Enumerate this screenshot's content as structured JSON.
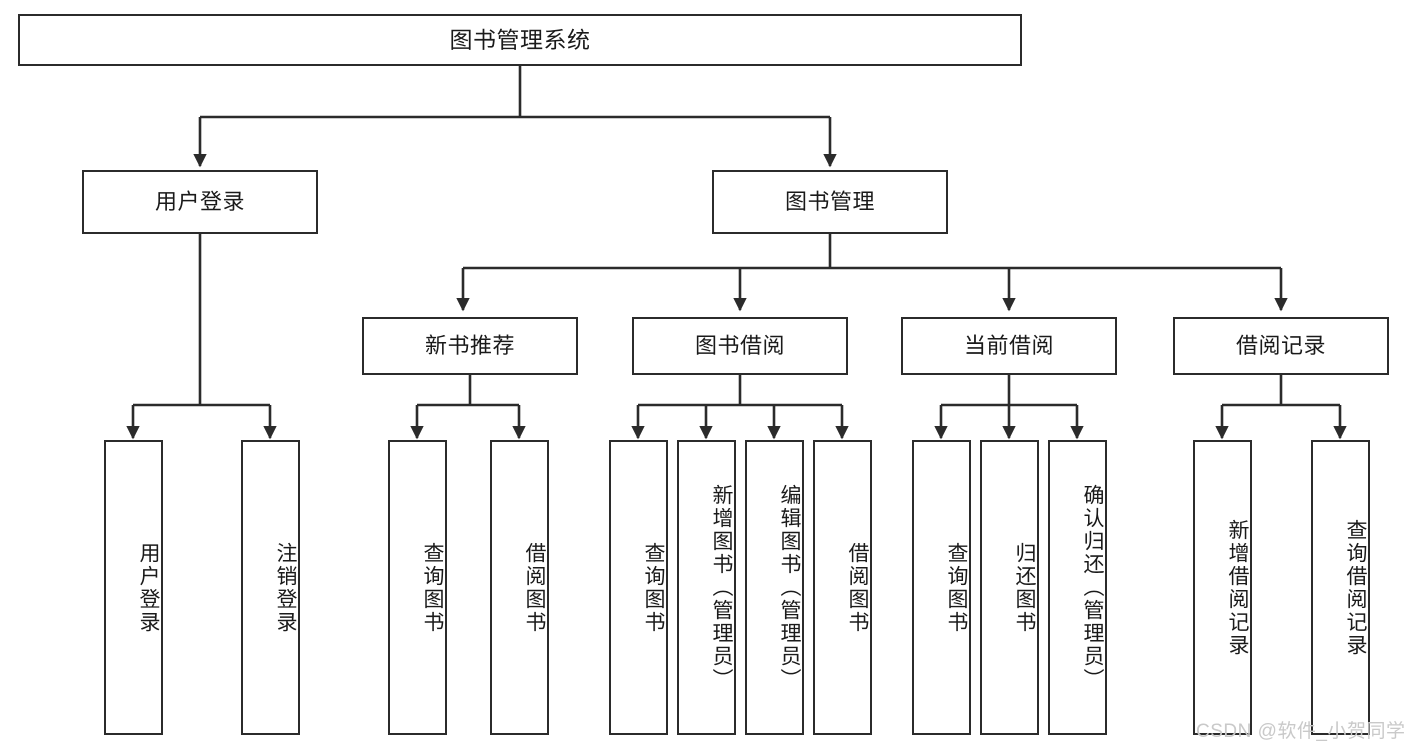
{
  "diagram": {
    "title": "图书管理系统",
    "type": "tree",
    "watermark": "CSDN @软件_小贺同学",
    "colors": {
      "box_border": "#2b2b2b",
      "box_fill": "#ffffff",
      "connector": "#2b2b2b",
      "text": "#1a1a1a",
      "watermark": "#c9c9c9"
    }
  },
  "nodes": {
    "root": {
      "label": "图书管理系统"
    },
    "level2": [
      {
        "id": "user-login",
        "label": "用户登录"
      },
      {
        "id": "book-manage",
        "label": "图书管理"
      }
    ],
    "level3": [
      {
        "id": "new-book-recommend",
        "label": "新书推荐"
      },
      {
        "id": "book-borrow",
        "label": "图书借阅"
      },
      {
        "id": "current-borrow",
        "label": "当前借阅"
      },
      {
        "id": "borrow-record",
        "label": "借阅记录"
      }
    ],
    "leaves": {
      "user-login": [
        {
          "id": "leaf-user-login",
          "label": "用户登录"
        },
        {
          "id": "leaf-logout-login",
          "label": "注销登录"
        }
      ],
      "new-book-recommend": [
        {
          "id": "leaf-query-book-1",
          "label": "查询图书"
        },
        {
          "id": "leaf-borrow-book-1",
          "label": "借阅图书"
        }
      ],
      "book-borrow": [
        {
          "id": "leaf-query-book-2",
          "label": "查询图书"
        },
        {
          "id": "leaf-add-book",
          "label": "新增图书（管理员）"
        },
        {
          "id": "leaf-edit-book",
          "label": "编辑图书（管理员）"
        },
        {
          "id": "leaf-borrow-book-2",
          "label": "借阅图书"
        }
      ],
      "current-borrow": [
        {
          "id": "leaf-query-book-3",
          "label": "查询图书"
        },
        {
          "id": "leaf-return-book",
          "label": "归还图书"
        },
        {
          "id": "leaf-confirm-return",
          "label": "确认归还（管理员）"
        }
      ],
      "borrow-record": [
        {
          "id": "leaf-add-record",
          "label": "新增借阅记录"
        },
        {
          "id": "leaf-query-record",
          "label": "查询借阅记录"
        }
      ]
    }
  }
}
